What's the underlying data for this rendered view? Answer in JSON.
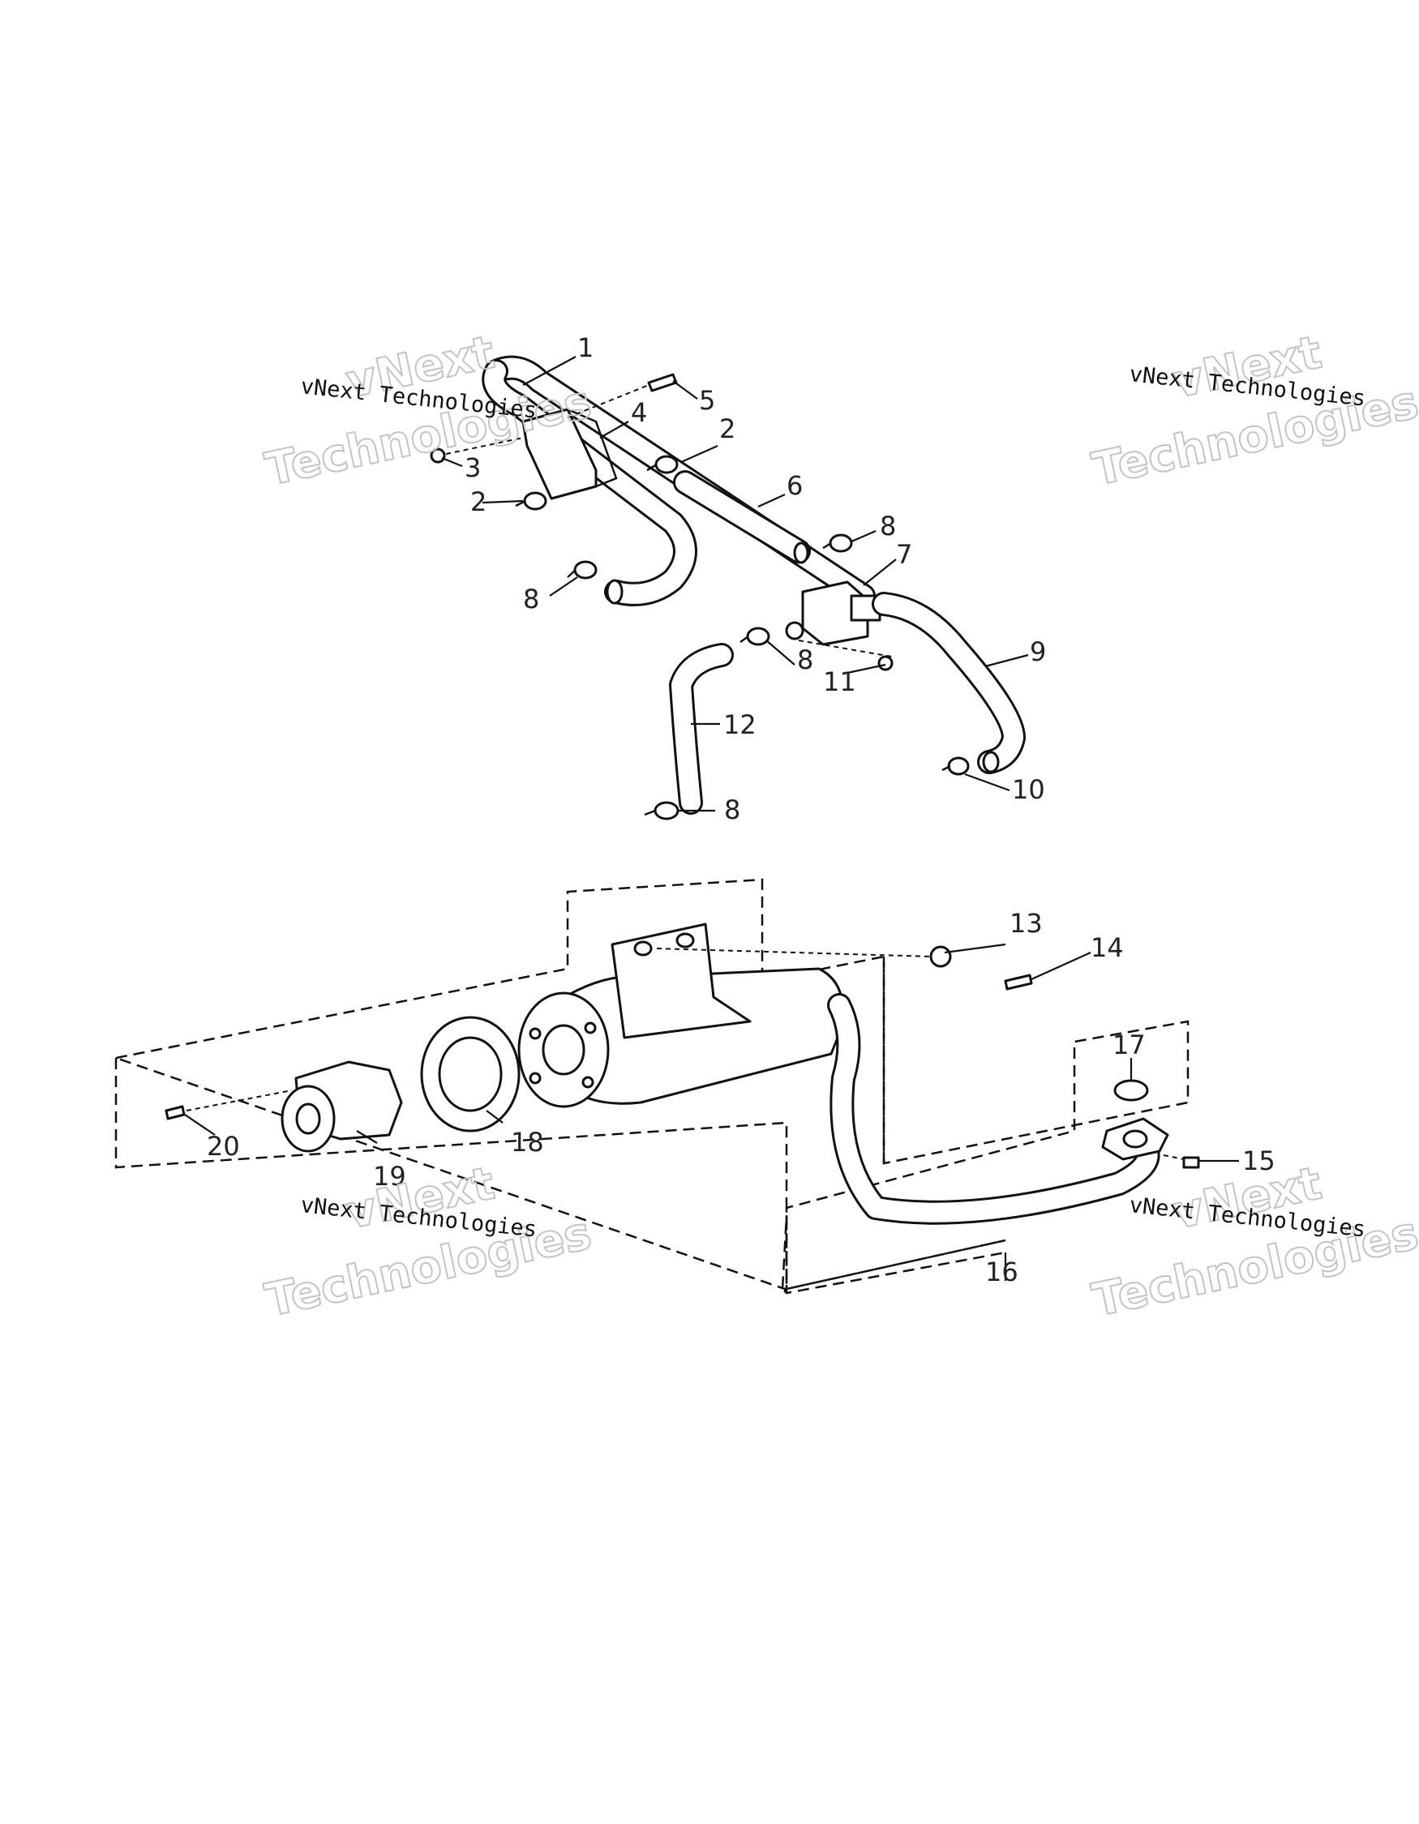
{
  "callouts": [
    "1",
    "2",
    "3",
    "4",
    "5",
    "2",
    "6",
    "8",
    "7",
    "8",
    "8",
    "11",
    "9",
    "12",
    "10",
    "8",
    "13",
    "14",
    "17",
    "15",
    "20",
    "18",
    "19",
    "16"
  ],
  "watermark": {
    "big_line1": "vNext",
    "big_line2": "Technologies",
    "small": "vNext Technologies"
  },
  "colors": {
    "line": "#111111",
    "watermark": "#c4c4c4",
    "background": "#ffffff"
  }
}
